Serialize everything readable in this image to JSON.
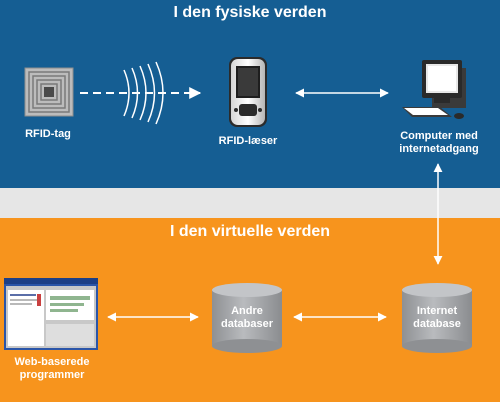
{
  "headings": {
    "physical": "I den fysiske verden",
    "virtual": "I den virtuelle verden"
  },
  "nodes": {
    "rfid_tag": {
      "label": "RFID-tag"
    },
    "rfid_reader": {
      "label": "RFID-læser"
    },
    "computer": {
      "label_lines": [
        "Computer med",
        "internetadgang"
      ]
    },
    "web_programs": {
      "label_lines": [
        "Web-baserede",
        "programmer"
      ]
    },
    "other_db": {
      "label_lines": [
        "Andre",
        "databaser"
      ]
    },
    "internet_db": {
      "label_lines": [
        "Internet",
        "database"
      ]
    }
  },
  "colors": {
    "physical_band": "#155e93",
    "separator_band": "#e6e6e6",
    "virtual_band": "#f7941d",
    "text": "#ffffff",
    "cylinder": "#a7a9ac"
  },
  "icons": {
    "rfid_tag": "rfid-tag-icon",
    "rfid_reader": "handheld-reader-icon",
    "computer": "desktop-computer-icon",
    "web_programs": "browser-window-icon",
    "database": "database-cylinder-icon"
  }
}
